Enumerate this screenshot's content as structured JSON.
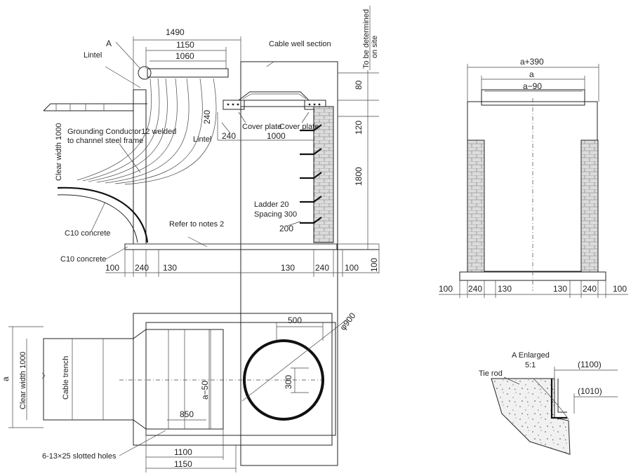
{
  "colors": {
    "line": "#222222",
    "brick": "#d9d9d9",
    "concrete": "#efefef"
  },
  "section": {
    "title": "Cable well section",
    "site_note": "To be determined on site",
    "detail_ref": "A",
    "lintel_1": "Lintel",
    "lintel_2": "Lintel",
    "grounding": "Grounding Conductor12 welded",
    "grounding_2": "to channel steel frame",
    "cover_plate_1": "Cover plate",
    "cover_plate_2": "Cover plate",
    "clear_width": "Clear width 1000",
    "ladder": "Ladder 20",
    "spacing": "Spacing 300",
    "concrete_1": "C10 concrete",
    "concrete_2": "C10 concrete",
    "notes_ref": "Refer to notes 2",
    "dims": {
      "d1490": "1490",
      "d1150": "1150",
      "d1060": "1060",
      "d80": "80",
      "d240a": "240",
      "d240b": "240",
      "d1000": "1000",
      "d120": "120",
      "d1800": "1800",
      "d200": "200",
      "b100a": "100",
      "b240a": "240",
      "b130a": "130",
      "b130b": "130",
      "b240b": "240",
      "b100b": "100",
      "b100v": "100"
    }
  },
  "elevation": {
    "dims": {
      "top": "a+390",
      "mid": "a",
      "inner": "a−90",
      "b100a": "100",
      "b240a": "240",
      "b130a": "130",
      "b130b": "130",
      "b240b": "240",
      "b100b": "100"
    }
  },
  "plan": {
    "a_label": "a",
    "clear_width": "Clear width 1000",
    "cable_trench": "Cable trench",
    "a50": "a−50",
    "d500": "500",
    "phi900": "φ900",
    "d300": "300",
    "d850": "850",
    "d1100": "1100",
    "d1150": "1150",
    "holes": "6-13×25 slotted holes"
  },
  "detail": {
    "title": "A Enlarged",
    "scale": "5:1",
    "tie_rod": "Tie rod",
    "d1100": "(1100)",
    "d1010": "(1010)"
  }
}
